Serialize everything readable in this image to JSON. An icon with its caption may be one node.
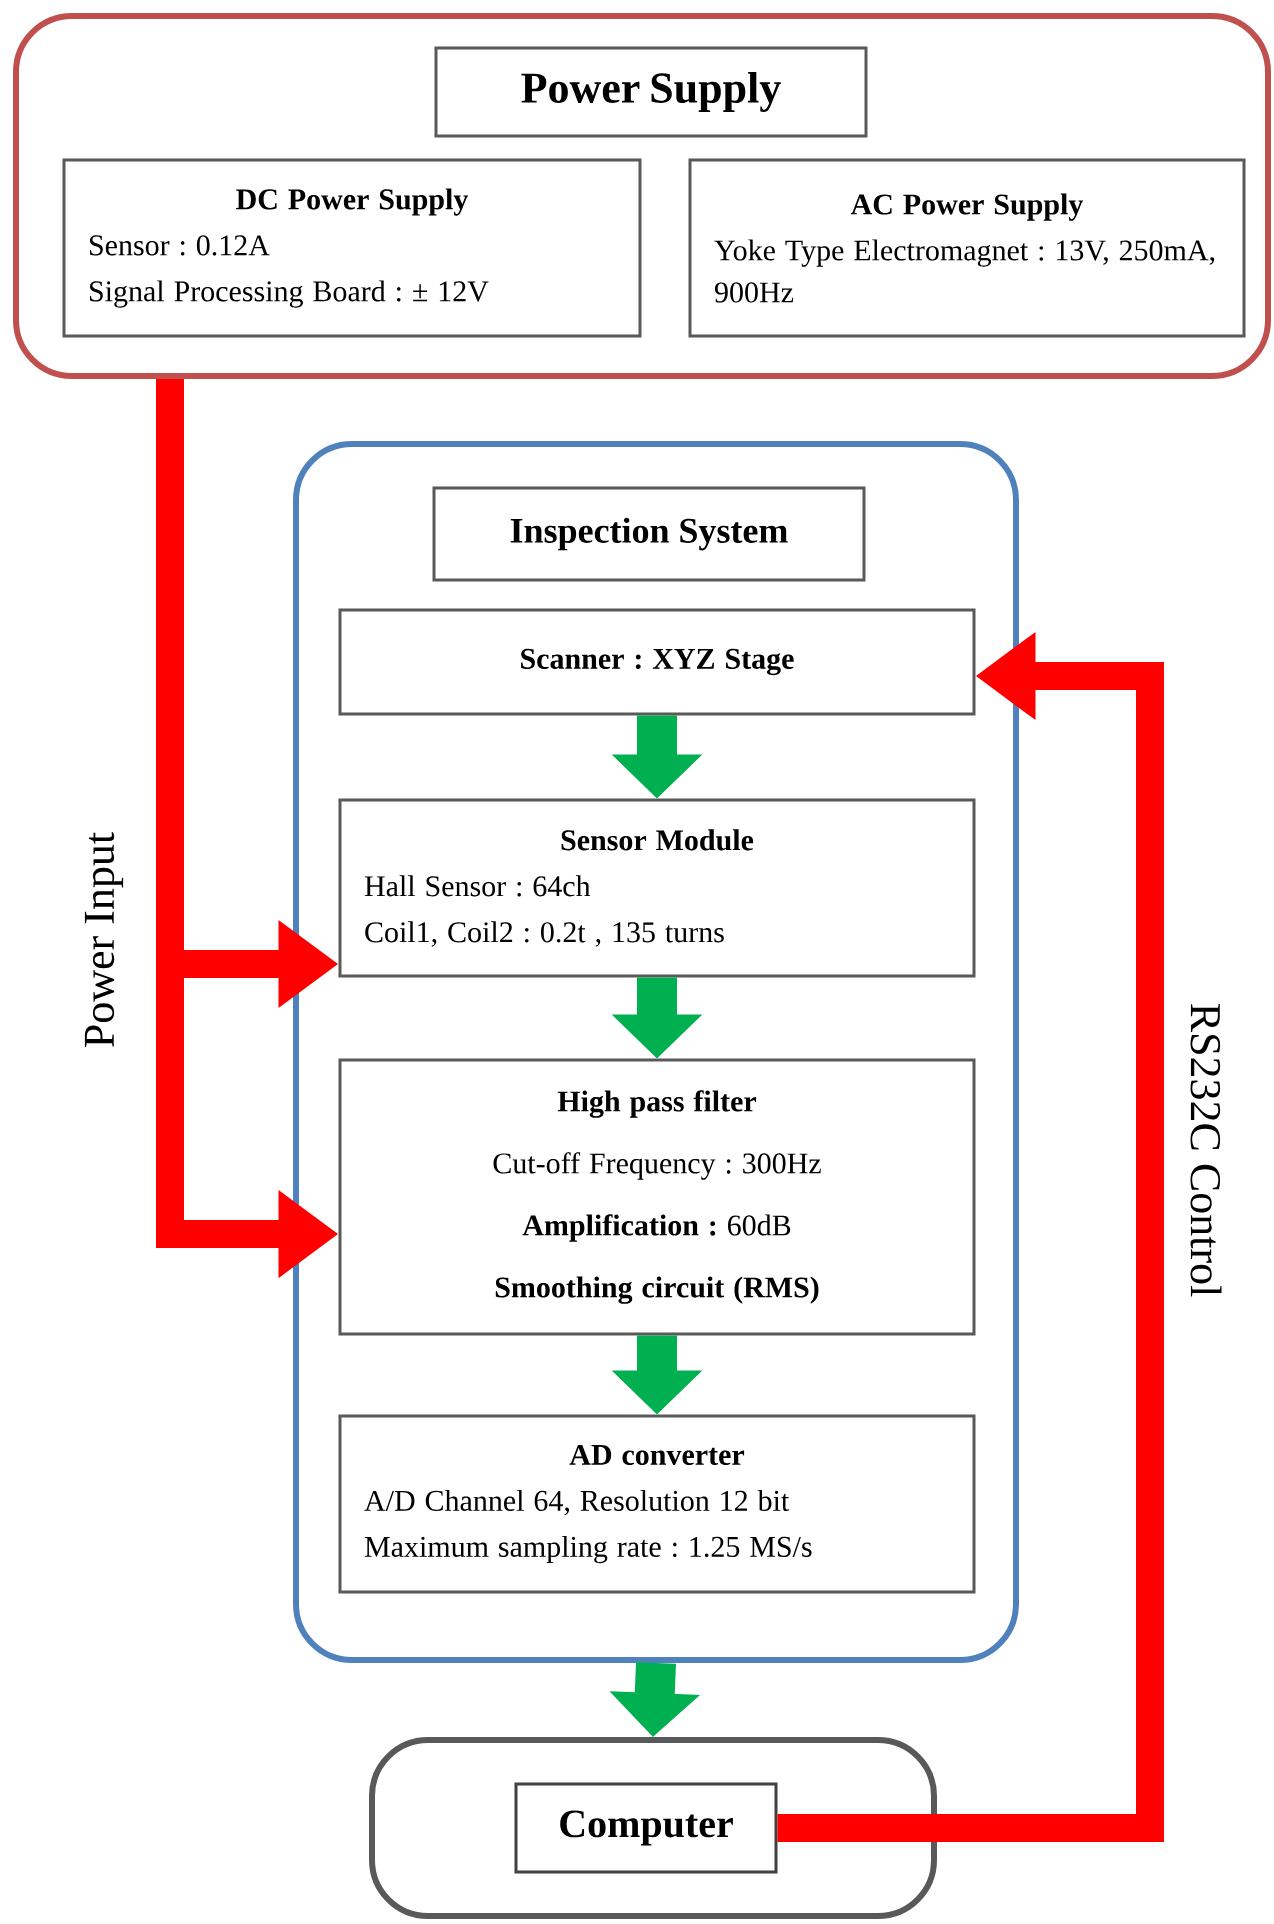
{
  "diagram": {
    "nodes": [
      {
        "text": [],
        "shape": "box"
      },
      {
        "text": [
          "Power Supply"
        ],
        "in": 0
      },
      {
        "text": [
          "DC Power Supply",
          "Sensor : 0.12A",
          "Signal Processing Board : ± 12V"
        ],
        "in": 0
      },
      {
        "text": [
          "AC Power Supply",
          "Yoke Type Electromagnet : 13V, 250mA, 900Hz"
        ],
        "in": 0
      },
      {
        "text": [],
        "shape": "box"
      },
      {
        "text": [
          "Inspection System"
        ],
        "in": 4
      },
      {
        "text": [
          "Scanner : XYZ Stage"
        ],
        "in": 4
      },
      {
        "text": [
          "Sensor Module",
          "Hall Sensor : 64ch",
          "Coil1, Coil2 : 0.2t , 135 turns"
        ],
        "in": 4
      },
      {
        "text": [
          "High pass filter",
          "Cut-off Frequency : 300Hz",
          "**Amplification :** 60dB",
          "Smoothing circuit (RMS)"
        ],
        "in": 4
      },
      {
        "text": [
          "AD converter",
          "A/D Channel 64, Resolution 12 bit",
          "Maximum sampling rate : 1.25 MS/s"
        ],
        "in": 4
      },
      {
        "text": [],
        "shape": "box"
      },
      {
        "text": [
          "Computer"
        ],
        "in": 10
      }
    ],
    "edges": [
      {
        "from": 6,
        "to": 7,
        "arrow": "to"
      },
      {
        "from": 7,
        "to": 8,
        "arrow": "to"
      },
      {
        "from": 8,
        "to": 9,
        "arrow": "to"
      },
      {
        "from": 4,
        "to": 10,
        "arrow": "to"
      },
      {
        "from": 0,
        "to": 7,
        "arrow": "to",
        "color": "#ff0000",
        "label": "Power Input"
      },
      {
        "from": 0,
        "to": 8,
        "arrow": "to",
        "color": "#ff0000"
      },
      {
        "from": 11,
        "to": 6,
        "arrow": "to",
        "color": "#ff0000",
        "label": "RS232C Control"
      }
    ]
  }
}
